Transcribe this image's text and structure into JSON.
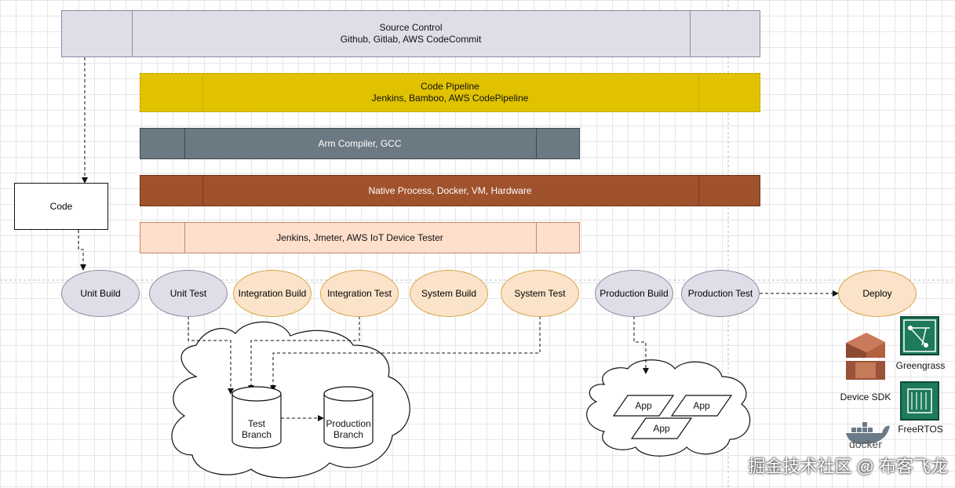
{
  "bars": {
    "source_control": {
      "line1": "Source Control",
      "line2": "Github, Gitlab, AWS CodeCommit"
    },
    "code_pipeline": {
      "line1": "Code Pipeline",
      "line2": "Jenkins, Bamboo, AWS CodePipeline"
    },
    "compiler": {
      "label": "Arm Compiler, GCC"
    },
    "native": {
      "label": "Native Process, Docker, VM, Hardware"
    },
    "testers": {
      "label": "Jenkins, Jmeter, AWS IoT Device Tester"
    }
  },
  "code_box": {
    "label": "Code"
  },
  "stages": [
    {
      "label": "Unit Build",
      "style": "grey"
    },
    {
      "label": "Unit Test",
      "style": "grey"
    },
    {
      "label": "Integration Build",
      "style": "orange"
    },
    {
      "label": "Integration Test",
      "style": "orange"
    },
    {
      "label": "System Build",
      "style": "orange"
    },
    {
      "label": "System Test",
      "style": "orange"
    },
    {
      "label": "Production Build",
      "style": "grey"
    },
    {
      "label": "Production Test",
      "style": "grey"
    },
    {
      "label": "Deploy",
      "style": "orange"
    }
  ],
  "branches": {
    "test": "Test\nBranch",
    "production": "Production\nBranch"
  },
  "apps": [
    "App",
    "App",
    "App"
  ],
  "services": {
    "device_sdk": "Device SDK",
    "greengrass": "Greengrass",
    "freertos": "FreeRTOS",
    "docker": "docker"
  },
  "watermark": "掘金技术社区 @ 布客飞龙",
  "colors": {
    "grey_fill": "#e1dde8",
    "orange_fill": "#fbe3c9",
    "orange_stroke": "#d6a44a",
    "pipeline": "#e0c200",
    "compiler": "#6b7a82",
    "native": "#a0522d",
    "testers": "#fddfcc"
  }
}
